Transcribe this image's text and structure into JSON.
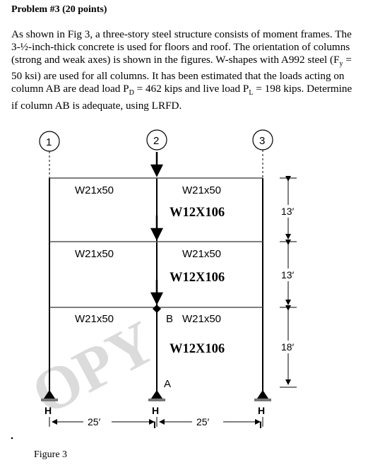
{
  "problem": {
    "title": "Problem #3 (20 points)",
    "lines": [
      "As shown in Fig 3, a three-story steel structure consists of moment frames. The",
      "3-½-inch-thick concrete is used for floors and roof. The orientation of columns",
      "(strong and weak axes) is shown in the figures. W-shapes with A992 steel (F",
      "50 ksi) are used for all columns. It has been estimated that the loads acting on",
      "column AB are dead load P",
      "if column AB is adequate, using LRFD."
    ],
    "fy_sub": "y",
    "fy_tail": " =",
    "pd_sub": "D",
    "pd_tail": " = 462 kips and live load P",
    "pl_sub": "L",
    "pl_tail": " = 198 kips. Determine"
  },
  "figure": {
    "grid_labels": [
      "1",
      "2",
      "3"
    ],
    "beams": {
      "roof_left": "W21x50",
      "roof_right": "W21x50",
      "floor3_left": "W21x50",
      "floor3_right": "W21x50",
      "floor2_left": "W21x50",
      "floor2_right": "W21x50"
    },
    "columns": {
      "story3": "W12X106",
      "story2": "W12X106",
      "story1": "W12X106"
    },
    "points": {
      "top": "B",
      "bottom": "A"
    },
    "story_heights": [
      "13′",
      "13′",
      "18′"
    ],
    "bay_widths": [
      "25′",
      "25′"
    ],
    "support_markers": [
      "H",
      "H",
      "H"
    ],
    "axis_markers": [
      "H",
      "I",
      "I"
    ],
    "watermark": "OPY",
    "caption": "Figure 3"
  },
  "colors": {
    "text": "#000000",
    "watermark": "#cfcfcf"
  }
}
